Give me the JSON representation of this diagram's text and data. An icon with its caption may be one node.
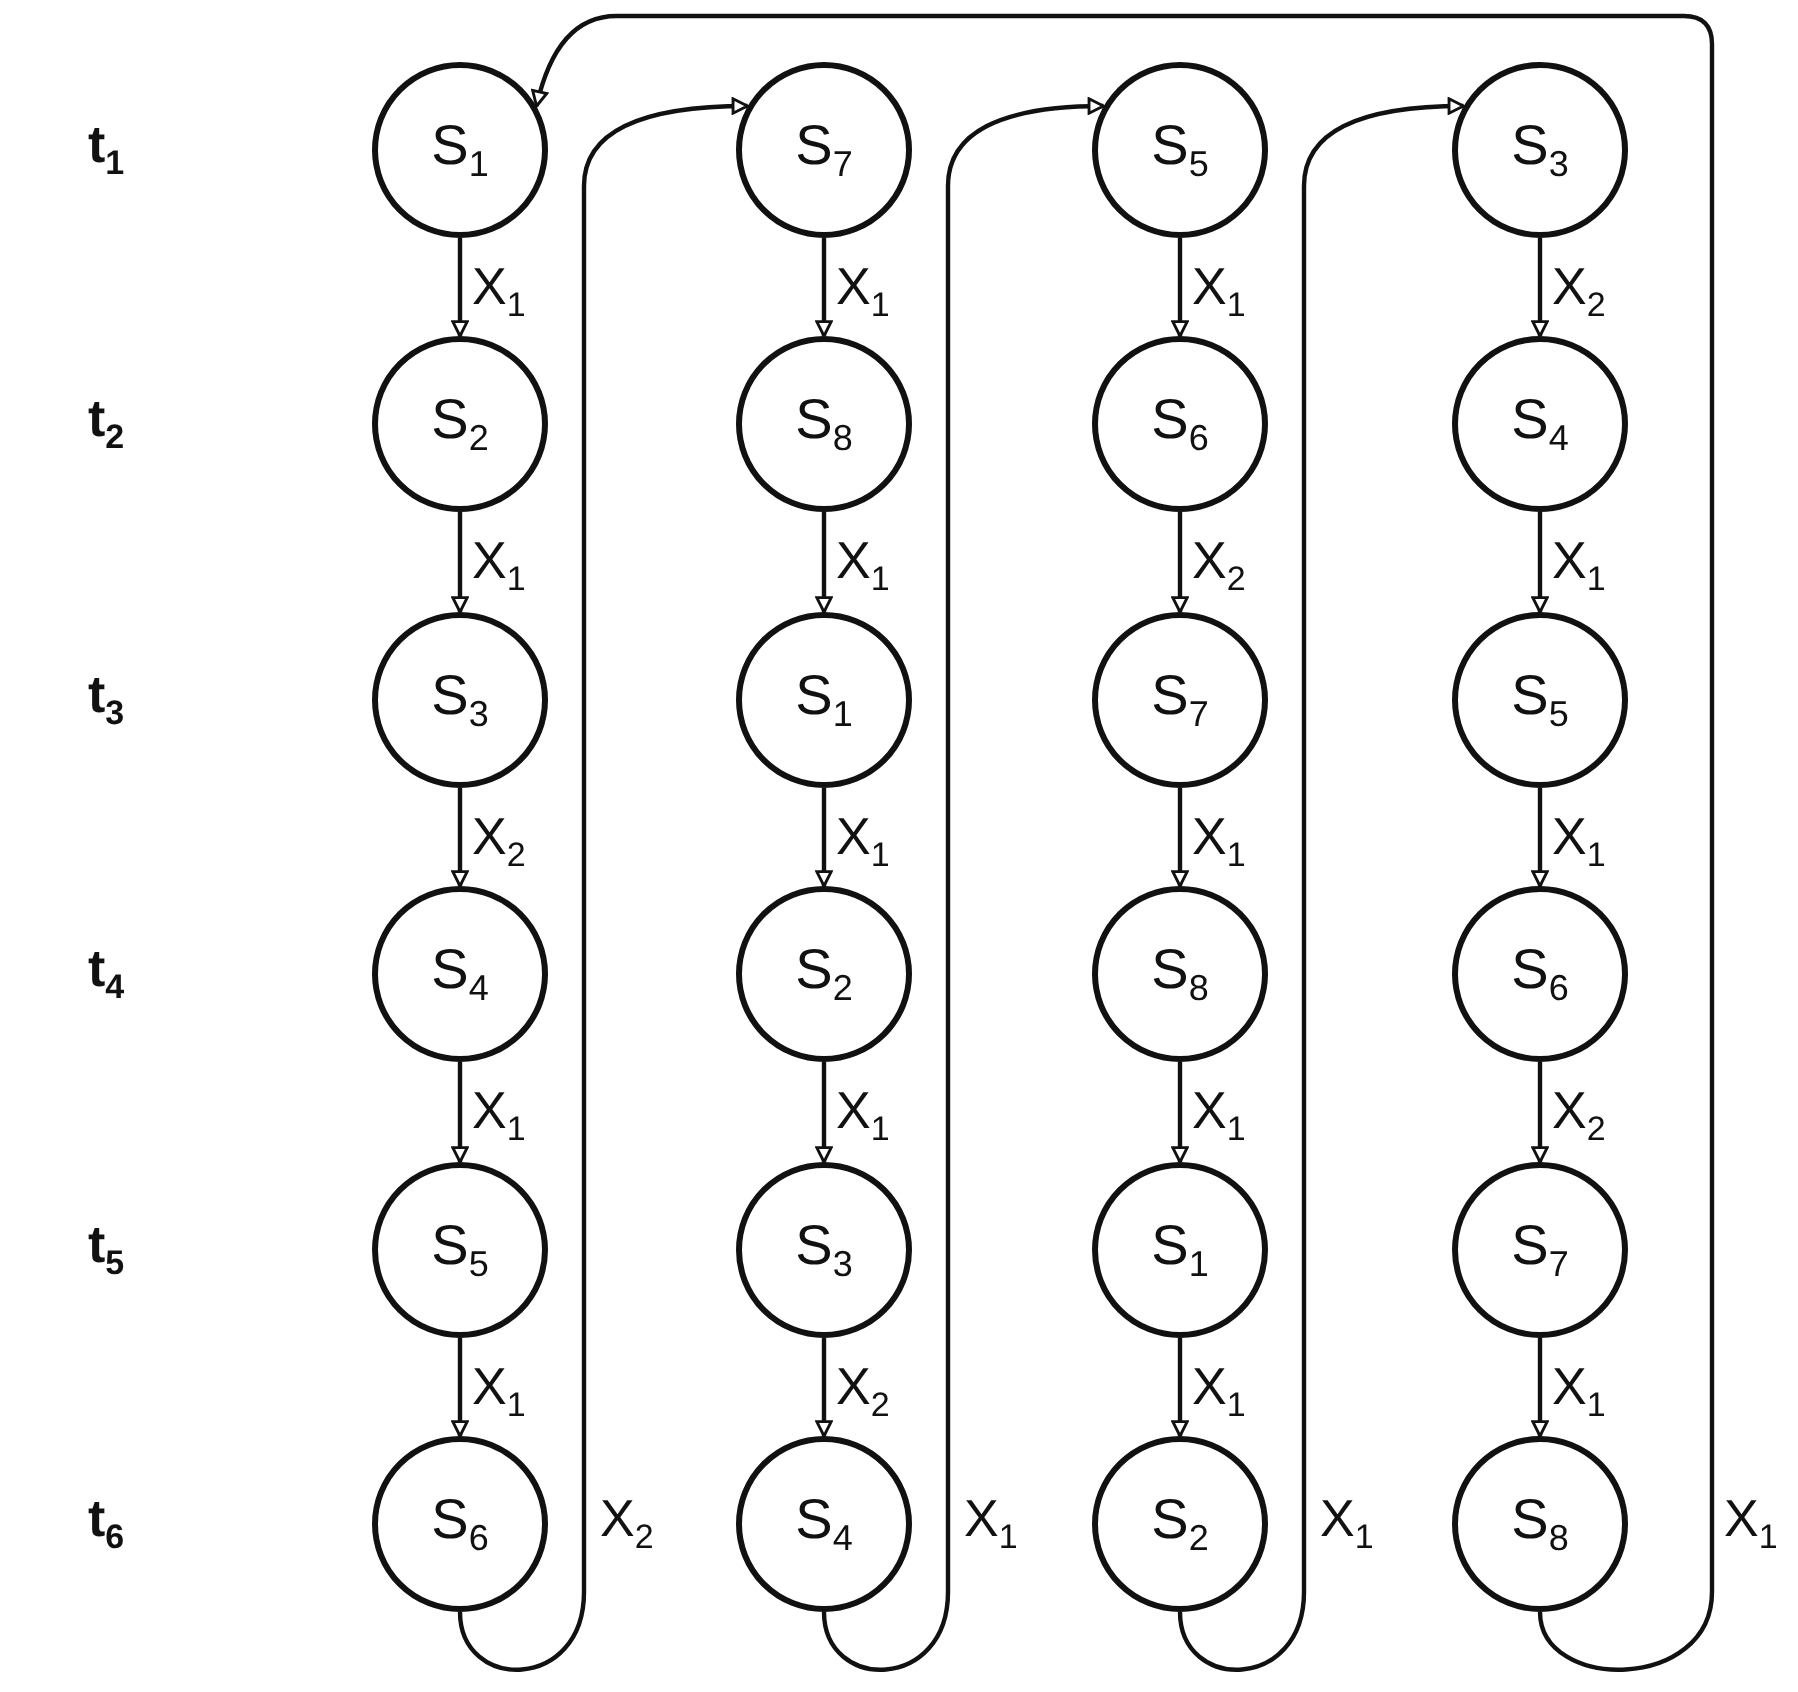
{
  "diagram": {
    "nodes": [
      {
        "text": [
          "S$_{1}$"
        ]
      },
      {
        "text": [
          "S$_{2}$"
        ]
      },
      {
        "text": [
          "S$_{3}$"
        ]
      },
      {
        "text": [
          "S$_{4}$"
        ]
      },
      {
        "text": [
          "S$_{5}$"
        ]
      },
      {
        "text": [
          "S$_{6}$"
        ]
      },
      {
        "text": [
          "S$_{7}$"
        ]
      },
      {
        "text": [
          "S$_{8}$"
        ]
      },
      {
        "text": [
          "S$_{1}$"
        ]
      },
      {
        "text": [
          "S$_{2}$"
        ]
      },
      {
        "text": [
          "S$_{3}$"
        ]
      },
      {
        "text": [
          "S$_{4}$"
        ]
      },
      {
        "text": [
          "S$_{5}$"
        ]
      },
      {
        "text": [
          "S$_{6}$"
        ]
      },
      {
        "text": [
          "S$_{7}$"
        ]
      },
      {
        "text": [
          "S$_{8}$"
        ]
      },
      {
        "text": [
          "S$_{1}$"
        ]
      },
      {
        "text": [
          "S$_{2}$"
        ]
      },
      {
        "text": [
          "S$_{3}$"
        ]
      },
      {
        "text": [
          "S$_{4}$"
        ]
      },
      {
        "text": [
          "S$_{5}$"
        ]
      },
      {
        "text": [
          "S$_{6}$"
        ]
      },
      {
        "text": [
          "S$_{7}$"
        ]
      },
      {
        "text": [
          "S$_{8}$"
        ]
      }
    ],
    "edges": [
      {
        "from": 0,
        "to": 1,
        "arrow": "to",
        "label": "X$_{1}$"
      },
      {
        "from": 1,
        "to": 2,
        "arrow": "to",
        "label": "X$_{1}$"
      },
      {
        "from": 2,
        "to": 3,
        "arrow": "to",
        "label": "X$_{2}$"
      },
      {
        "from": 3,
        "to": 4,
        "arrow": "to",
        "label": "X$_{1}$"
      },
      {
        "from": 4,
        "to": 5,
        "arrow": "to",
        "label": "X$_{1}$"
      },
      {
        "from": 5,
        "to": 6,
        "arrow": "to",
        "label": "X$_{2}$"
      },
      {
        "from": 6,
        "to": 7,
        "arrow": "to",
        "label": "X$_{1}$"
      },
      {
        "from": 7,
        "to": 8,
        "arrow": "to",
        "label": "X$_{1}$"
      },
      {
        "from": 8,
        "to": 9,
        "arrow": "to",
        "label": "X$_{1}$"
      },
      {
        "from": 9,
        "to": 10,
        "arrow": "to",
        "label": "X$_{1}$"
      },
      {
        "from": 10,
        "to": 11,
        "arrow": "to",
        "label": "X$_{2}$"
      },
      {
        "from": 11,
        "to": 12,
        "arrow": "to",
        "label": "X$_{1}$"
      },
      {
        "from": 12,
        "to": 13,
        "arrow": "to",
        "label": "X$_{1}$"
      },
      {
        "from": 13,
        "to": 14,
        "arrow": "to",
        "label": "X$_{2}$"
      },
      {
        "from": 14,
        "to": 15,
        "arrow": "to",
        "label": "X$_{1}$"
      },
      {
        "from": 15,
        "to": 16,
        "arrow": "to",
        "label": "X$_{1}$"
      },
      {
        "from": 16,
        "to": 17,
        "arrow": "to",
        "label": "X$_{1}$"
      },
      {
        "from": 17,
        "to": 18,
        "arrow": "to",
        "label": "X$_{1}$"
      },
      {
        "from": 18,
        "to": 19,
        "arrow": "to",
        "label": "X$_{2}$"
      },
      {
        "from": 19,
        "to": 20,
        "arrow": "to",
        "label": "X$_{1}$"
      },
      {
        "from": 20,
        "to": 21,
        "arrow": "to",
        "label": "X$_{1}$"
      },
      {
        "from": 21,
        "to": 22,
        "arrow": "to",
        "label": "X$_{2}$"
      },
      {
        "from": 22,
        "to": 23,
        "arrow": "to",
        "label": "X$_{1}$"
      },
      {
        "from": 23,
        "to": 0,
        "arrow": "to",
        "label": "X$_{1}$"
      }
    ],
    "labels": [
      "t$_{1}$",
      "t$_{2}$",
      "t$_{3}$",
      "t$_{4}$",
      "t$_{5}$",
      "t$_{6}$"
    ]
  }
}
